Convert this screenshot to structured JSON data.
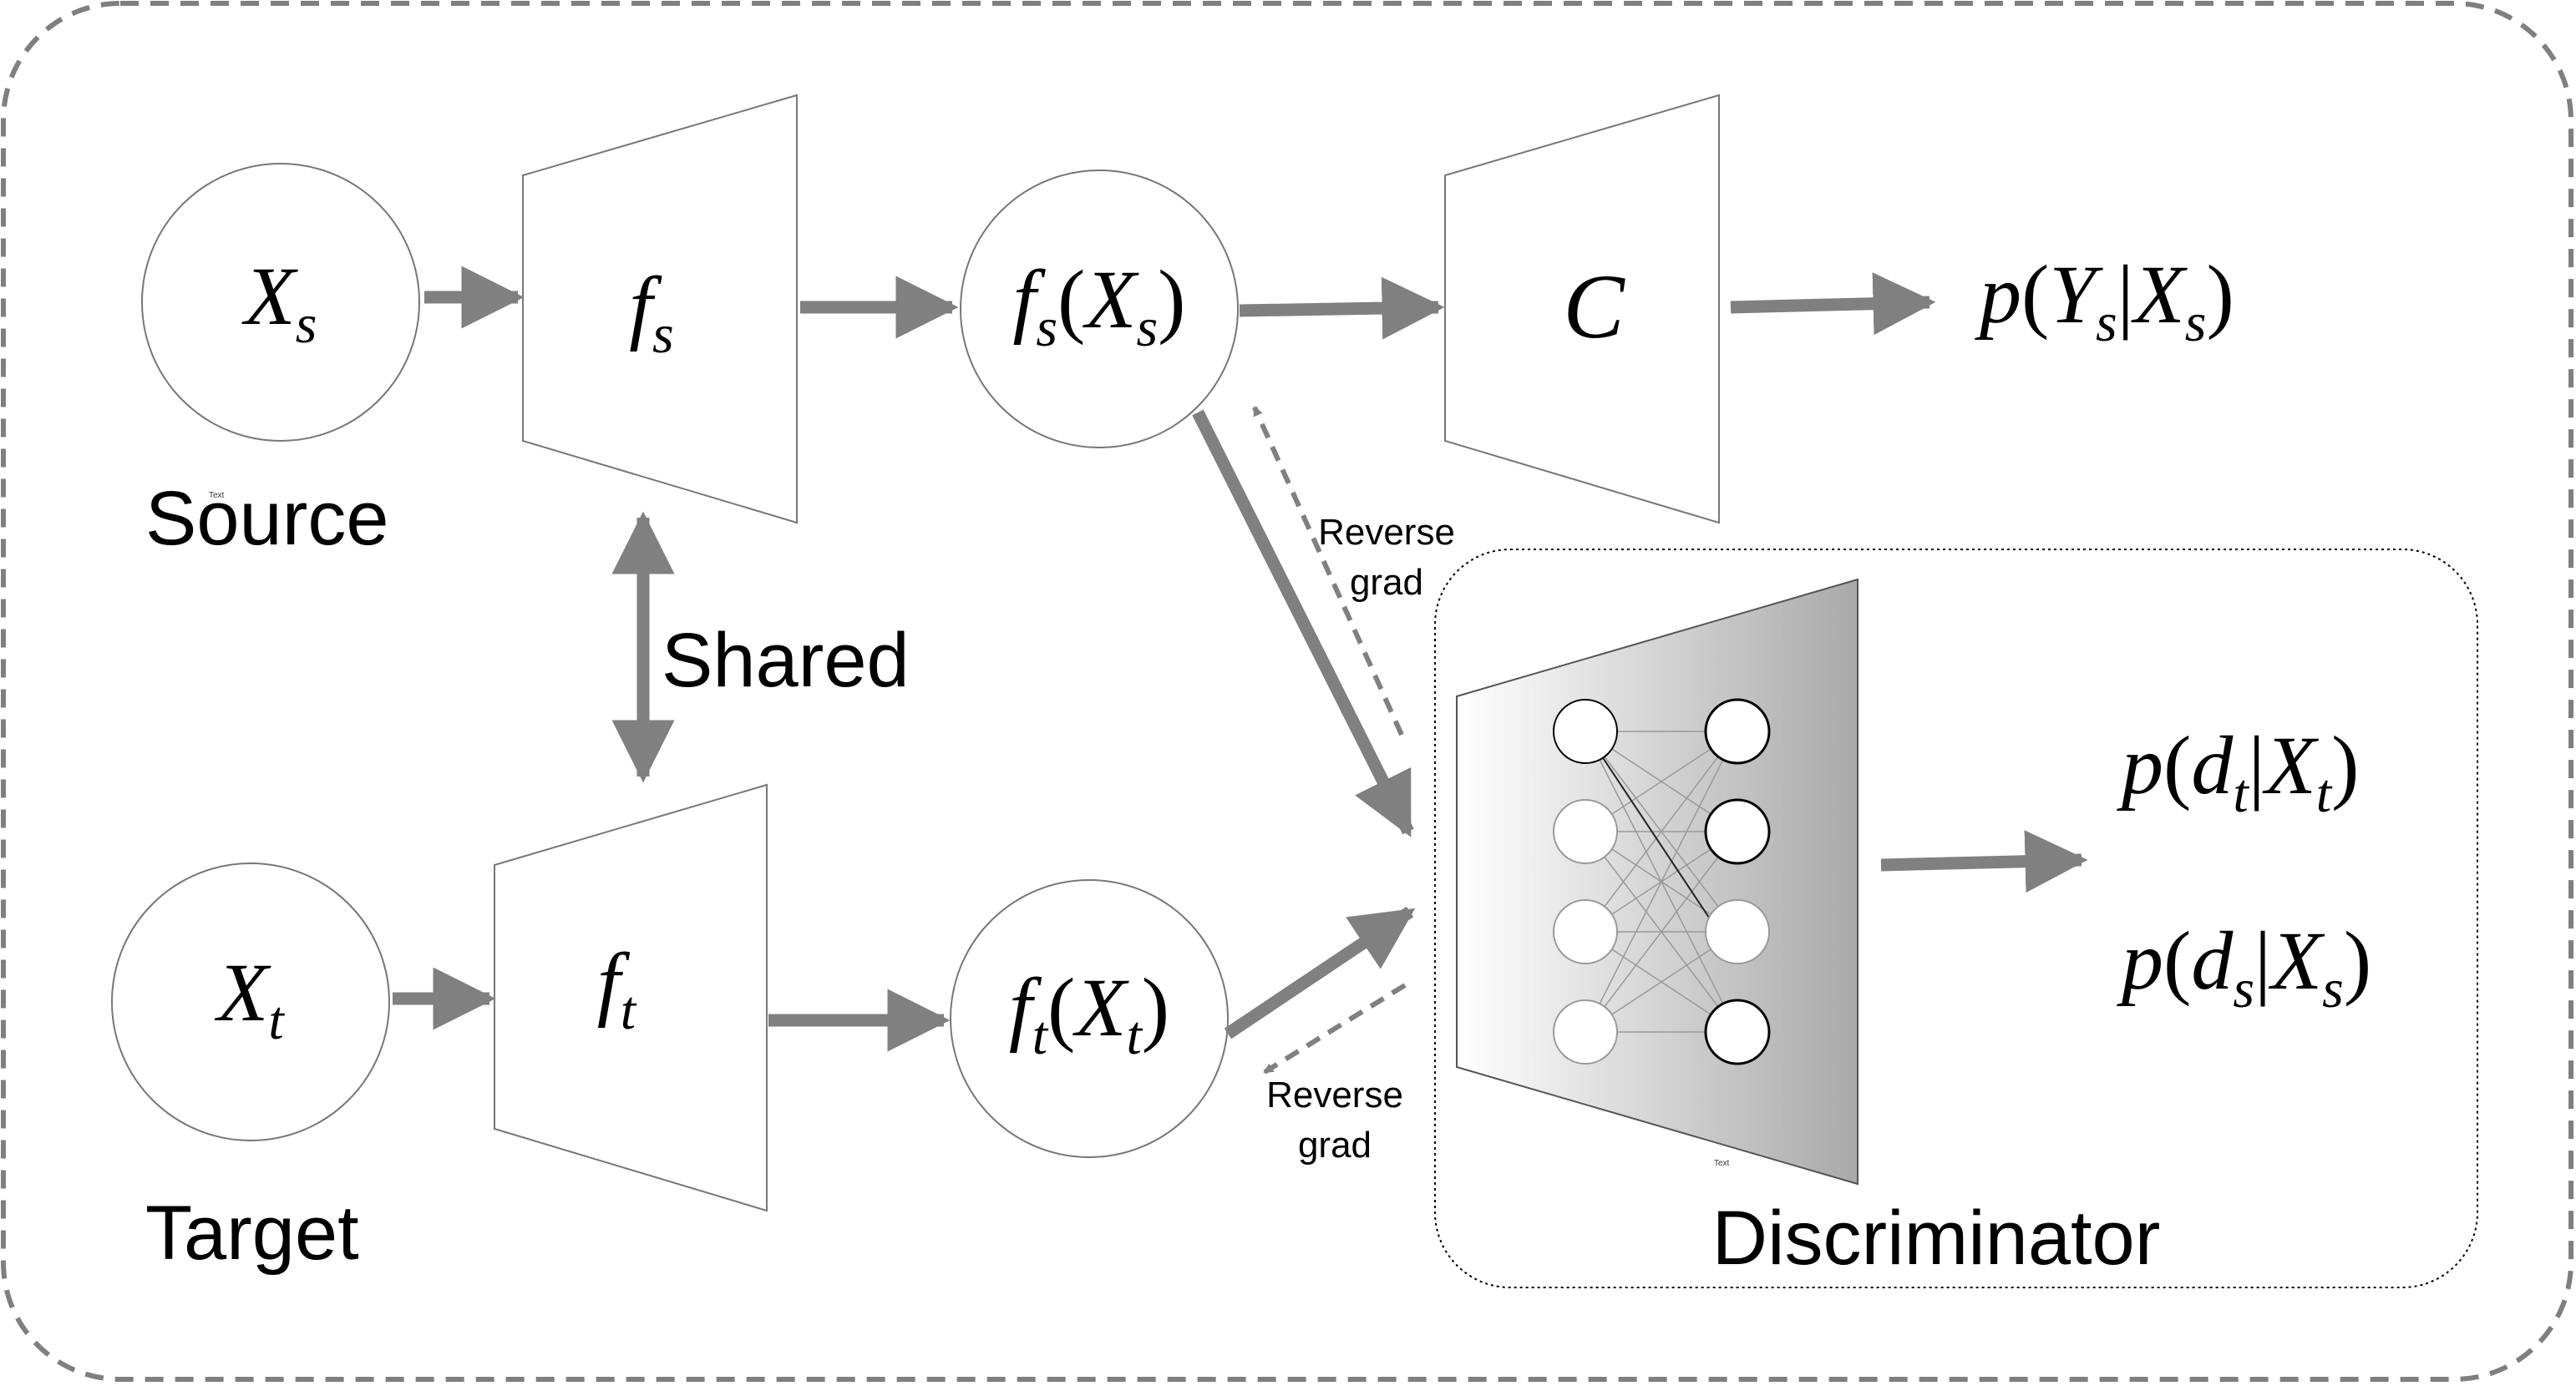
{
  "nodes": {
    "source_input": {
      "base": "X",
      "sub": "s"
    },
    "target_input": {
      "base": "X",
      "sub": "t"
    },
    "source_encoder": {
      "base": "f",
      "sub": "s"
    },
    "target_encoder": {
      "base": "f",
      "sub": "t"
    },
    "source_feature": {
      "f": "f",
      "f_sub": "s",
      "open": "(",
      "x": "X",
      "x_sub": "s",
      "close": ")"
    },
    "target_feature": {
      "f": "f",
      "f_sub": "t",
      "open": "(",
      "x": "X",
      "x_sub": "t",
      "close": ")"
    },
    "classifier": {
      "label": "C"
    }
  },
  "outputs": {
    "class_prob": {
      "p": "p",
      "open": "(",
      "y": "Y",
      "y_sub": "s",
      "bar": "|",
      "x": "X",
      "x_sub": "s",
      "close": ")"
    },
    "domain_prob_target": {
      "p": "p",
      "open": "(",
      "d": "d",
      "d_sub": "t",
      "bar": "|",
      "x": "X",
      "x_sub": "t",
      "close": ")"
    },
    "domain_prob_source": {
      "p": "p",
      "open": "(",
      "d": "d",
      "d_sub": "s",
      "bar": "|",
      "x": "X",
      "x_sub": "s",
      "close": ")"
    }
  },
  "labels": {
    "source": "Source",
    "target": "Target",
    "shared": "Shared",
    "discriminator": "Discriminator",
    "reverse_grad_top_line1": "Reverse",
    "reverse_grad_top_line2": "grad",
    "reverse_grad_bottom_line1": "Reverse",
    "reverse_grad_bottom_line2": "grad",
    "stray_text_1": "Text",
    "stray_text_2": "Text"
  },
  "colors": {
    "arrow": "#808080",
    "dashed_border": "#7f7f7f",
    "shape_stroke": "#777777",
    "gradient_dark": "#a9a9a9",
    "gradient_light": "#ffffff"
  }
}
